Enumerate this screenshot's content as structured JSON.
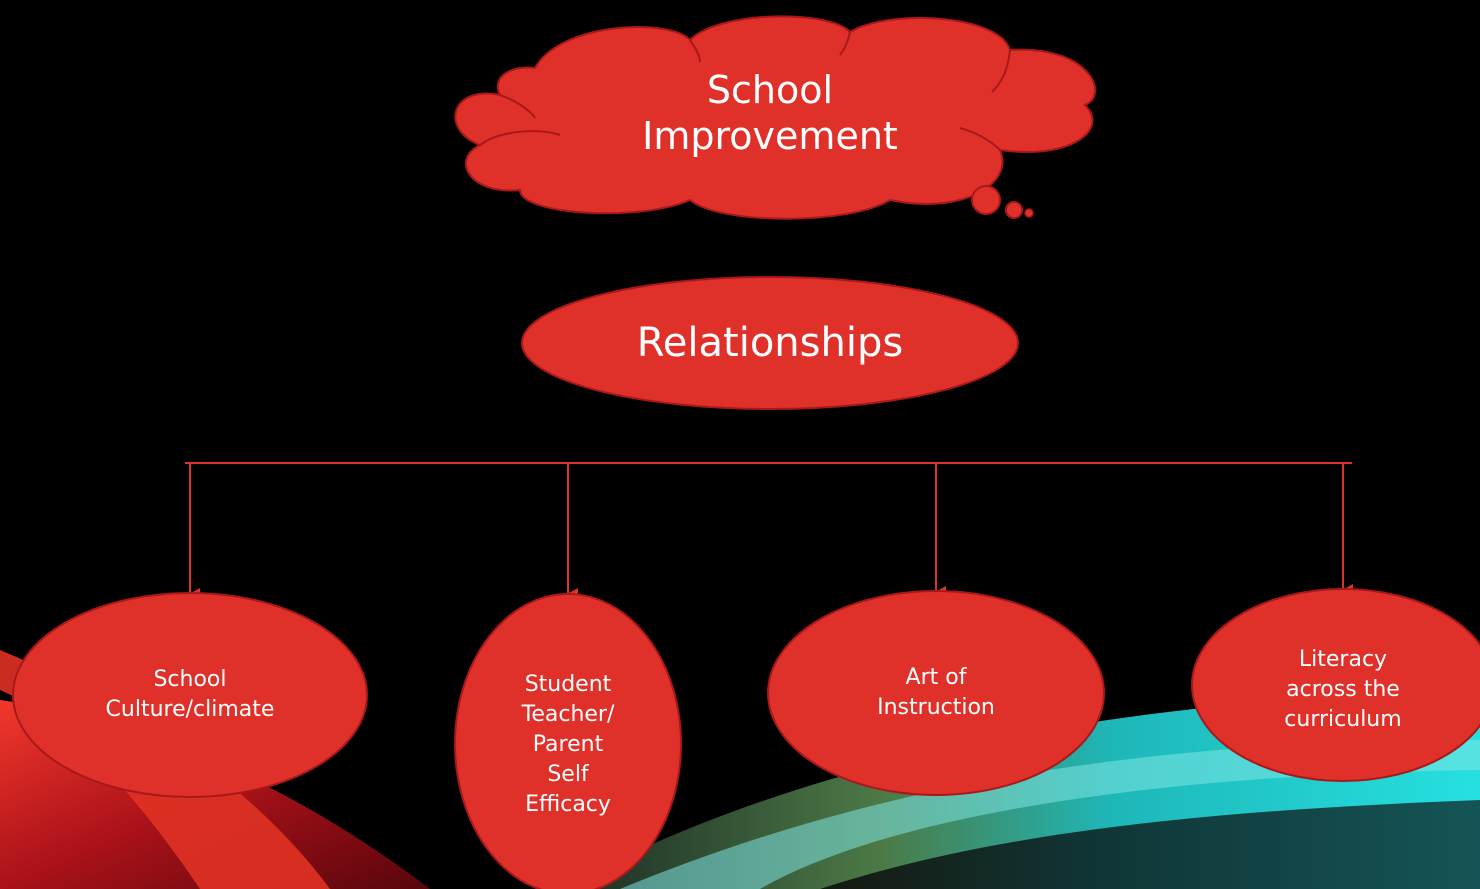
{
  "theme": {
    "background": "#000000",
    "node_fill": "#e0302a",
    "node_stroke": "#a8181a",
    "connector": "#d8342c",
    "text": "#ffffff",
    "swoosh_left": "#c8191e",
    "swoosh_right": "#1fc7c9"
  },
  "diagram": {
    "cloud": {
      "label": "School\nImprovement",
      "icon": "thought-cloud-shape"
    },
    "center": {
      "label": "Relationships"
    },
    "children": [
      {
        "label": "School\nCulture/climate"
      },
      {
        "label": "Student\nTeacher/\nParent\nSelf\nEfficacy"
      },
      {
        "label": "Art of\nInstruction"
      },
      {
        "label": "Literacy\nacross the\ncurriculum"
      }
    ]
  }
}
